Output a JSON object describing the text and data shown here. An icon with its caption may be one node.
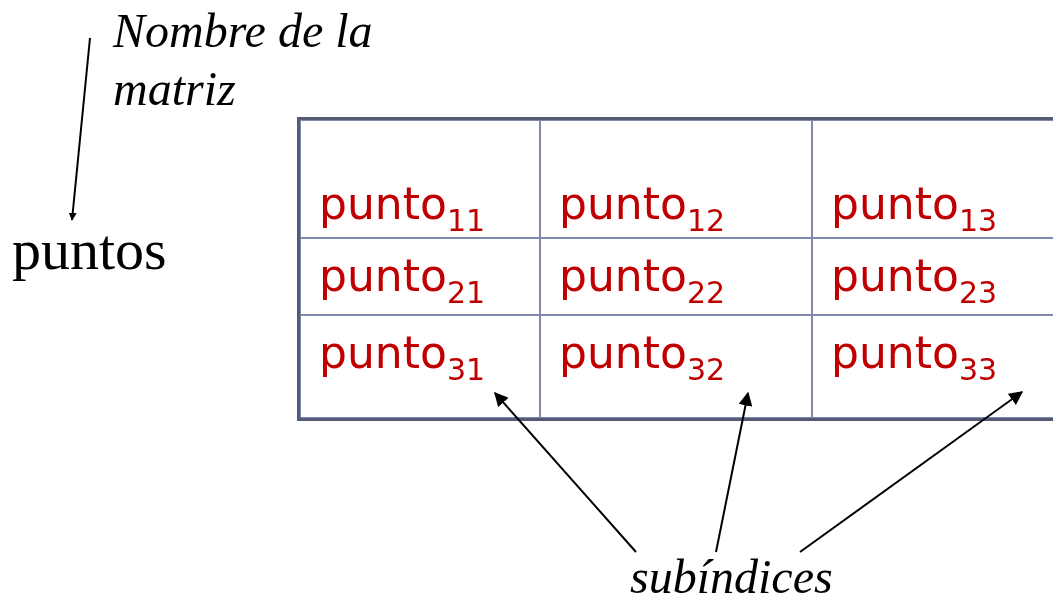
{
  "diagram": {
    "nodes": [
      {
        "text": [
          "Nombre de la matriz"
        ]
      },
      {
        "text": [
          "puntos"
        ]
      },
      {
        "text": [
          "punto$_{11}$"
        ]
      },
      {
        "text": [
          "punto$_{12}$"
        ]
      },
      {
        "text": [
          "punto$_{13}$"
        ]
      },
      {
        "text": [
          "punto$_{21}$"
        ]
      },
      {
        "text": [
          "punto$_{22}$"
        ]
      },
      {
        "text": [
          "punto$_{23}$"
        ]
      },
      {
        "text": [
          "punto$_{31}$"
        ]
      },
      {
        "text": [
          "punto$_{32}$"
        ]
      },
      {
        "text": [
          "punto$_{33}$"
        ]
      },
      {
        "text": [
          "subíndices"
        ]
      }
    ],
    "edges": [
      {
        "from": 0,
        "to": 1,
        "arrow": "to"
      },
      {
        "from": 11,
        "to": 8,
        "arrow": "to"
      },
      {
        "from": 11,
        "to": 9,
        "arrow": "to"
      },
      {
        "from": 11,
        "to": 10,
        "arrow": "to"
      }
    ]
  }
}
